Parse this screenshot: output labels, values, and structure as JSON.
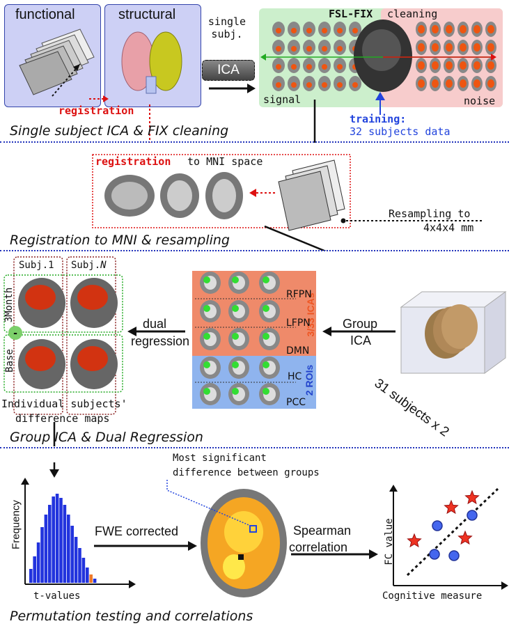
{
  "colors": {
    "accent_red": "#dd1111",
    "accent_blue": "#2244dd",
    "roi_orange": "#ef8a6a",
    "roi_blue": "#8fb4ee",
    "section_divider": "#2233bb"
  },
  "section1": {
    "functional_label": "functional",
    "structural_label": "structural",
    "registration_label": "registration",
    "single_subj_label": "single\nsubj.",
    "ica_button": "ICA",
    "fsl_fix_label": "FSL-FIX",
    "cleaning_label": "cleaning",
    "signal_label": "signal",
    "noise_label": "noise",
    "training_label": "training:",
    "training_detail": "32 subjects data",
    "title": "Single subject ICA & FIX cleaning"
  },
  "section2": {
    "registration_word": "registration",
    "to_mni": "to MNI space",
    "resampling_line1": "Resampling to",
    "resampling_line2": "4x4x4 mm",
    "title": "Registration to MNI & resampling"
  },
  "section3": {
    "subj1": "Subj.1",
    "subjN_prefix": "Subj.",
    "subjN_suffix": "N",
    "month_label": "3Month",
    "base_label": "Base",
    "dual_label": "dual",
    "regression_label": "regression",
    "diff_line1": "Individual subjects'",
    "diff_line2": "difference maps",
    "group_label": "Group",
    "group_ica_label": "ICA",
    "subjects_label": "31 subjects x 2",
    "icas_label": "3/33 ICAs",
    "rois_label": "2 ROIs",
    "rows": [
      "RFPN",
      "LFPN",
      "DMN",
      "HC",
      "PCC"
    ],
    "title": "Group ICA & Dual Regression"
  },
  "section4": {
    "most_sig_line1": "Most significant",
    "most_sig_line2": "difference between groups",
    "frequency_label": "Frequency",
    "tvalues_label": "t-values",
    "fwe_label": "FWE corrected",
    "spearman_line1": "Spearman",
    "spearman_line2": "correlation",
    "fc_label": "FC value",
    "cognitive_label": "Cognitive measure",
    "title": "Permutation testing and correlations"
  }
}
